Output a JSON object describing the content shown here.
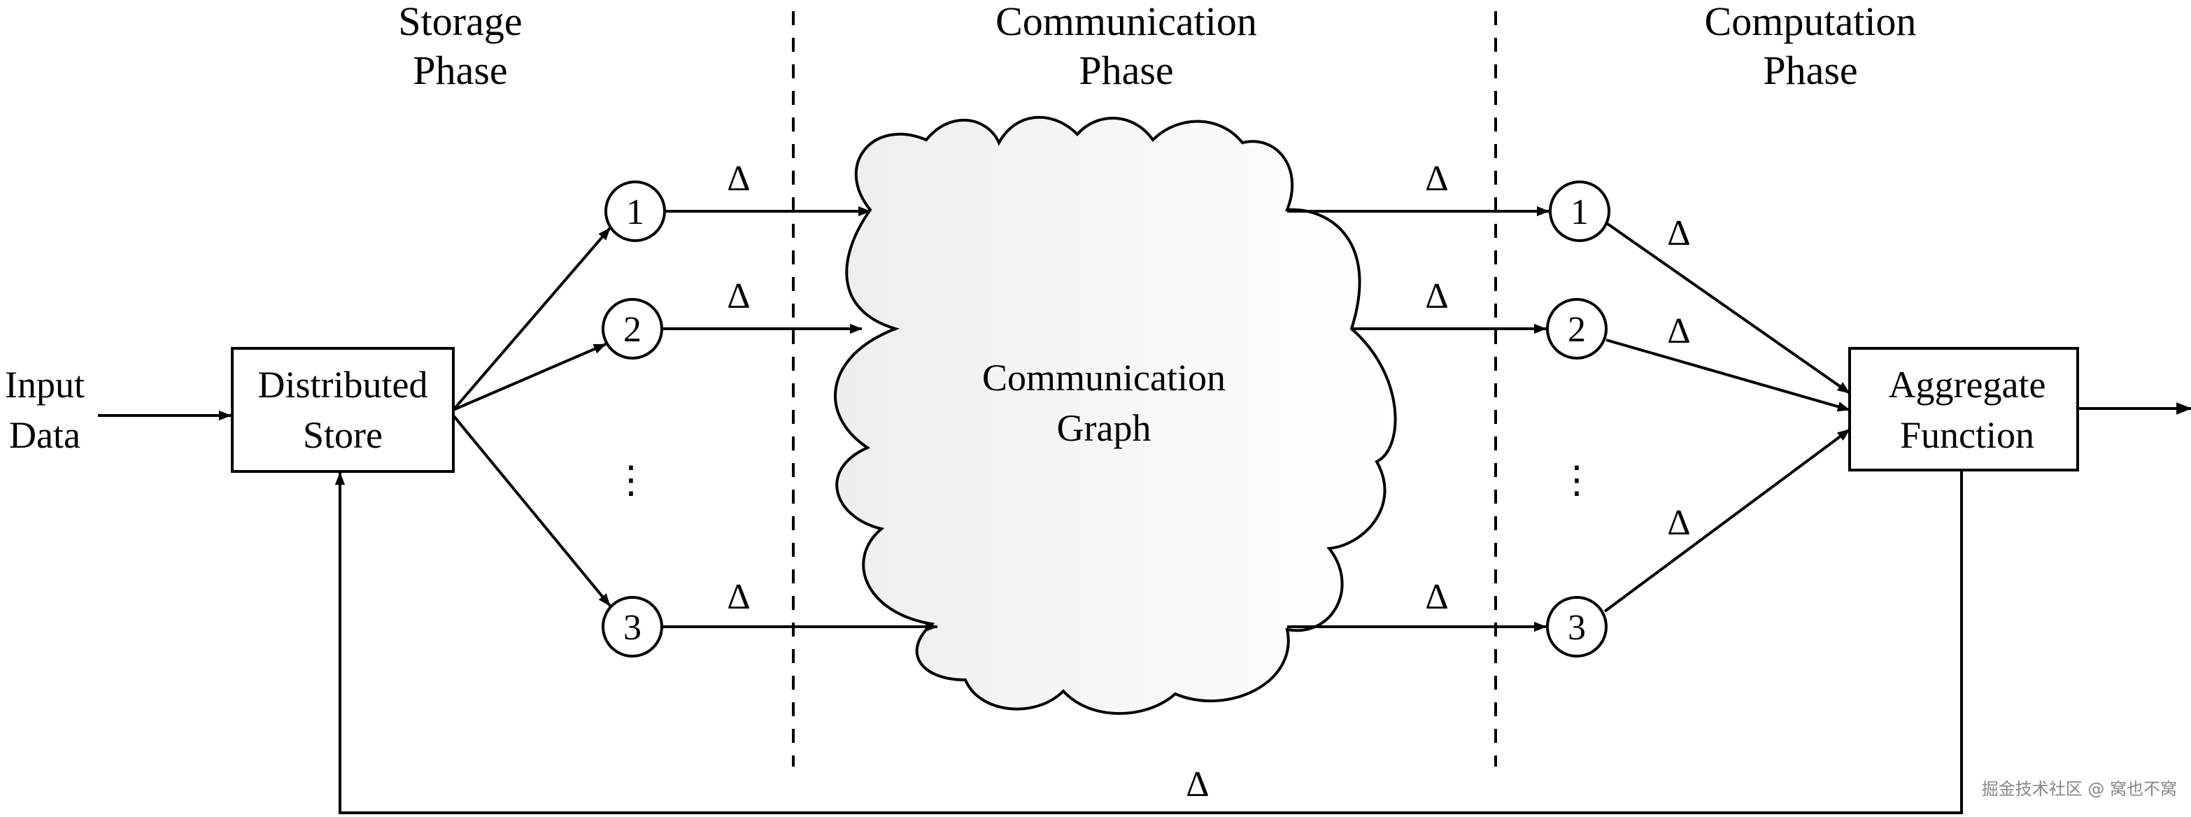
{
  "phases": {
    "storage": [
      "Storage",
      "Phase"
    ],
    "communication": [
      "Communication",
      "Phase"
    ],
    "computation": [
      "Computation",
      "Phase"
    ]
  },
  "input": [
    "Input",
    "Data"
  ],
  "store": [
    "Distributed",
    "Store"
  ],
  "cloud": [
    "Communication",
    "Graph"
  ],
  "aggregate": [
    "Aggregate",
    "Function"
  ],
  "delta": "Δ",
  "nodes_left": [
    "1",
    "2",
    "3"
  ],
  "nodes_right": [
    "1",
    "2",
    "3"
  ],
  "ellipsis": "⋮",
  "watermark": "掘金技术社区 @ 窝也不窝"
}
